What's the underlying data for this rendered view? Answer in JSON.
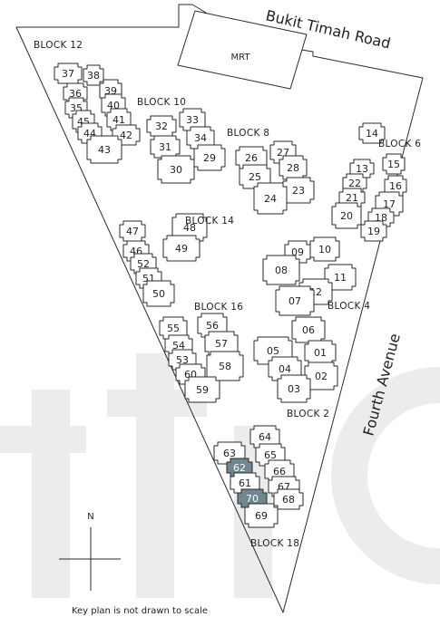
{
  "roads": {
    "north": "Bukit Timah Road",
    "east": "Fourth Avenue"
  },
  "mrt_label": "MRT",
  "compass_label": "N",
  "footnote": "Key plan is not drawn to scale",
  "highlight_color": "#6f8790",
  "blocks": [
    {
      "label": "BLOCK 12",
      "units": [
        "37",
        "38",
        "36",
        "39",
        "35",
        "40",
        "45",
        "41",
        "44",
        "42",
        "43"
      ]
    },
    {
      "label": "BLOCK 10",
      "units": [
        "32",
        "33",
        "34",
        "31",
        "29",
        "30"
      ]
    },
    {
      "label": "BLOCK 8",
      "units": [
        "26",
        "27",
        "28",
        "25",
        "23",
        "24"
      ]
    },
    {
      "label": "BLOCK 6",
      "units": [
        "14",
        "15",
        "13",
        "16",
        "22",
        "21",
        "17",
        "20",
        "18",
        "19"
      ]
    },
    {
      "label": "BLOCK 14",
      "units": [
        "48",
        "47",
        "49",
        "46",
        "52",
        "51",
        "50"
      ]
    },
    {
      "label": "BLOCK 4",
      "units": [
        "10",
        "09",
        "08",
        "11",
        "12",
        "07"
      ]
    },
    {
      "label": "BLOCK 16",
      "units": [
        "55",
        "56",
        "57",
        "54",
        "53",
        "58",
        "60",
        "59"
      ]
    },
    {
      "label": "BLOCK 2",
      "units": [
        "06",
        "05",
        "01",
        "04",
        "02",
        "03"
      ]
    },
    {
      "label": "BLOCK 18",
      "units": [
        "63",
        "64",
        "62",
        "65",
        "61",
        "66",
        "67",
        "70",
        "68",
        "69"
      ]
    }
  ],
  "highlighted_units": [
    "62",
    "70"
  ]
}
